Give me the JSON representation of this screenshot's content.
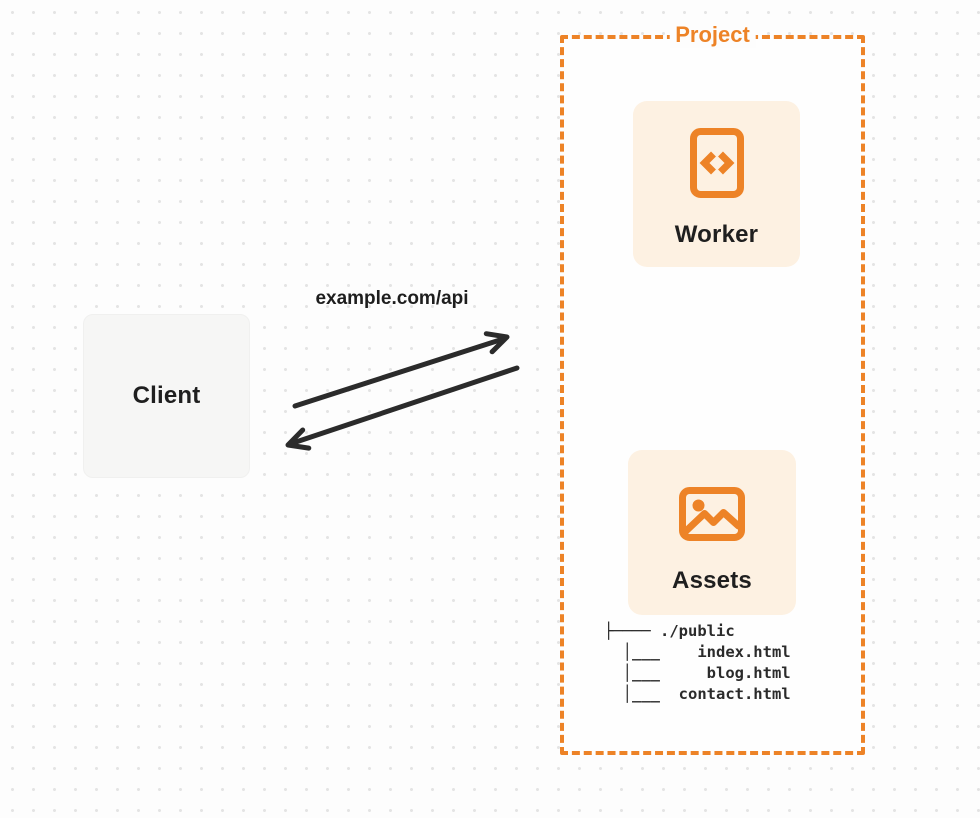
{
  "page": {
    "background_color": "#FDFDFD",
    "dot_grid_color": "#E4E4E4"
  },
  "client": {
    "label": "Client"
  },
  "request": {
    "label": "example.com/api"
  },
  "arrows": {
    "color": "#2B2B2B",
    "request_arrow": "client-to-project",
    "response_arrow": "project-to-client"
  },
  "project": {
    "label": "Project",
    "accent_color": "#ED8327",
    "card_background": "#FDF1E2",
    "worker": {
      "label": "Worker",
      "icon": "code-document-icon"
    },
    "assets": {
      "label": "Assets",
      "icon": "image-icon",
      "file_tree_lines": [
        "├──── ./public",
        "  │___    index.html",
        "  │___     blog.html",
        "  │___  contact.html"
      ]
    }
  }
}
